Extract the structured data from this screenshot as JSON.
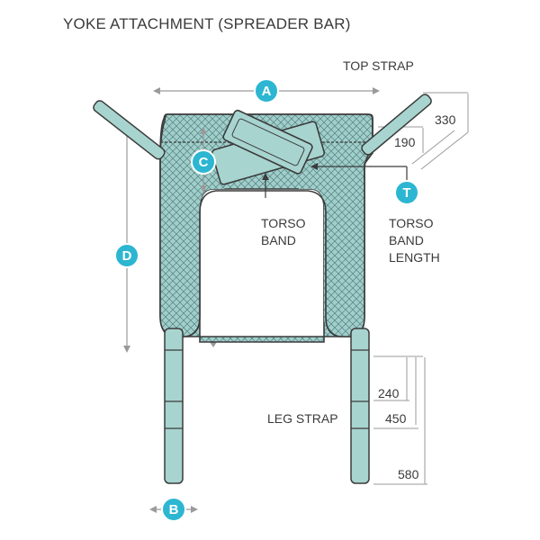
{
  "title": "YOKE ATTACHMENT (SPREADER BAR)",
  "labels": {
    "top_strap": "TOP STRAP",
    "torso_band_1": "TORSO",
    "torso_band_2": "BAND",
    "torso_band_length_1": "TORSO",
    "torso_band_length_2": "BAND",
    "torso_band_length_3": "LENGTH",
    "leg_strap": "LEG STRAP"
  },
  "dimensions": {
    "top_strap_long": "330",
    "top_strap_short": "190",
    "leg_strap_short": "240",
    "leg_strap_mid": "450",
    "leg_strap_long": "580"
  },
  "markers": {
    "A": "A",
    "B": "B",
    "C": "C",
    "D": "D",
    "T": "T"
  },
  "colors": {
    "fabric": "#9fcfcc",
    "strap": "#a8d4cf",
    "outline": "#3b3b3b",
    "badge": "#2cb6d1",
    "dim_line": "#9a9a9a"
  }
}
